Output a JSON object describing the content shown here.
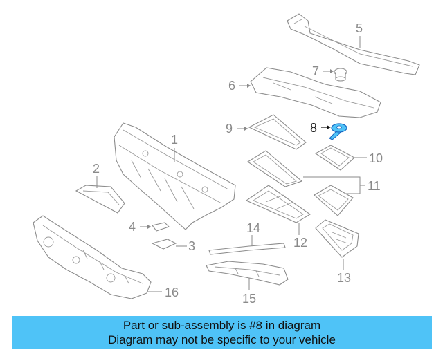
{
  "diagram": {
    "callouts": [
      "1",
      "2",
      "3",
      "4",
      "5",
      "6",
      "7",
      "8",
      "9",
      "10",
      "11",
      "12",
      "13",
      "14",
      "15",
      "16"
    ],
    "highlighted_part": "8",
    "colors": {
      "line": "#8c8c8c",
      "highlight_fill": "#4fc3f7",
      "highlight_stroke": "#1565c0",
      "banner": "#4fc3f7"
    }
  },
  "footer": {
    "line1": "Part or sub-assembly is #8 in diagram",
    "line2": "Diagram may not be specific to your vehicle"
  }
}
